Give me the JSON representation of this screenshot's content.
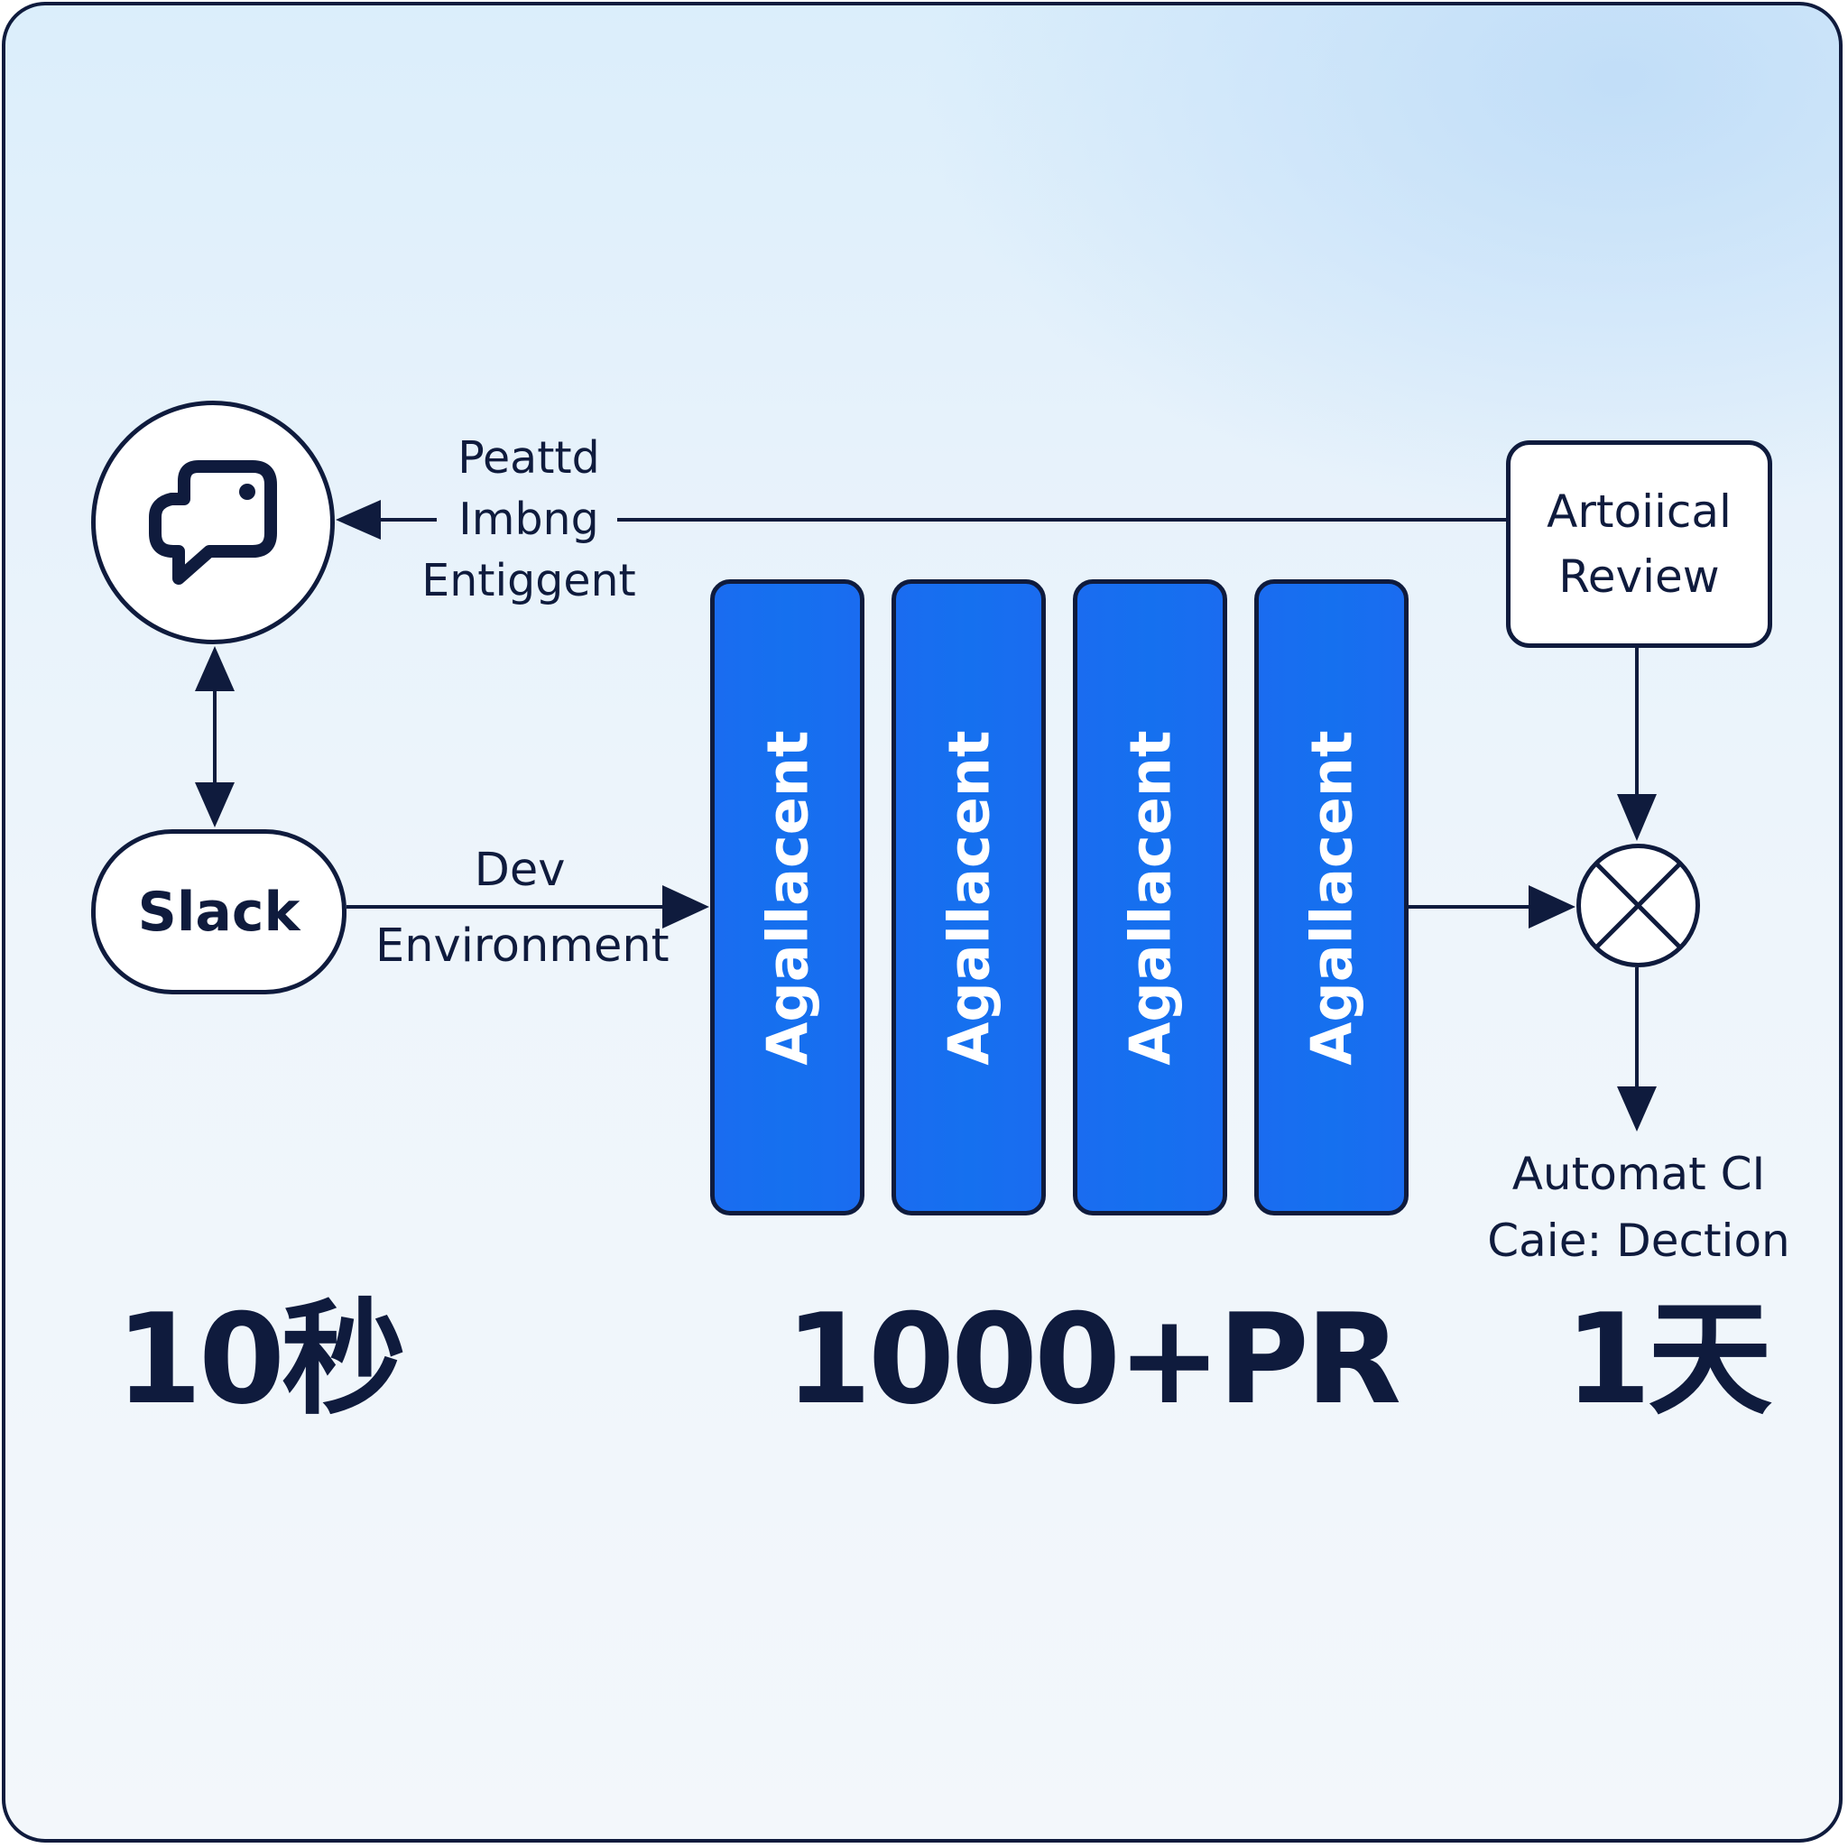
{
  "diagram": {
    "nodes": {
      "chat": {
        "icon": "chat-bubble-icon"
      },
      "slack": {
        "label": "Slack"
      },
      "review": {
        "lines": [
          "Artoiical",
          "Review"
        ]
      },
      "merge": {
        "icon": "merge-x-icon"
      }
    },
    "edge_labels": {
      "top": [
        "Peattd",
        "Imbng",
        "Entiggent"
      ],
      "dev": [
        "Dev",
        "Environment"
      ],
      "ci": [
        "Automat CI",
        "Caie: Dection"
      ]
    },
    "agents": [
      {
        "label": "Agallacent"
      },
      {
        "label": "Agallacent"
      },
      {
        "label": "Agallacent"
      },
      {
        "label": "Agallacent"
      }
    ],
    "stats": [
      "10秒",
      "1000+PR",
      "1天"
    ],
    "colors": {
      "ink": "#0f1b3d",
      "agent_blue": "#1570ef",
      "background_top": "#dbeefb",
      "background_bottom": "#f3f7fb"
    }
  }
}
